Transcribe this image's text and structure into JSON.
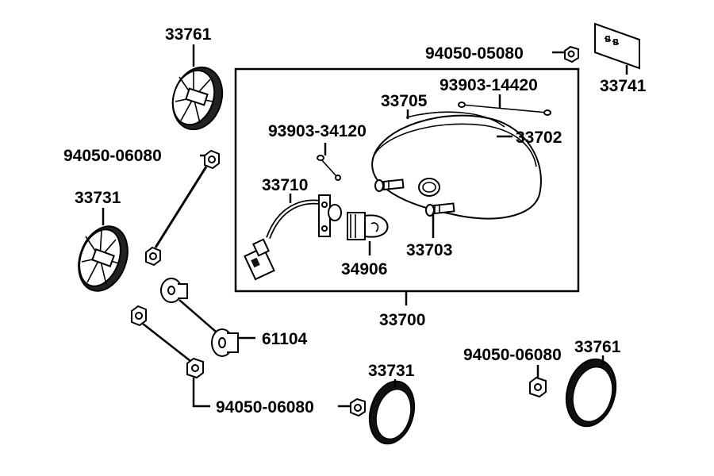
{
  "diagram": {
    "parts": [
      {
        "id": "p1",
        "label": "33761"
      },
      {
        "id": "p2",
        "label": "94050-06080"
      },
      {
        "id": "p3",
        "label": "33731"
      },
      {
        "id": "p4",
        "label": "94050-05080"
      },
      {
        "id": "p5",
        "label": "33741"
      },
      {
        "id": "p6",
        "label": "93903-14420"
      },
      {
        "id": "p7",
        "label": "33705"
      },
      {
        "id": "p8",
        "label": "33702"
      },
      {
        "id": "p9",
        "label": "93903-34120"
      },
      {
        "id": "p10",
        "label": "33710"
      },
      {
        "id": "p11",
        "label": "33703"
      },
      {
        "id": "p12",
        "label": "34906"
      },
      {
        "id": "p13",
        "label": "33700"
      },
      {
        "id": "p14",
        "label": "61104"
      },
      {
        "id": "p15",
        "label": "94050-06080"
      },
      {
        "id": "p16",
        "label": "33731"
      },
      {
        "id": "p17",
        "label": "94050-06080"
      },
      {
        "id": "p18",
        "label": "33761"
      }
    ]
  }
}
